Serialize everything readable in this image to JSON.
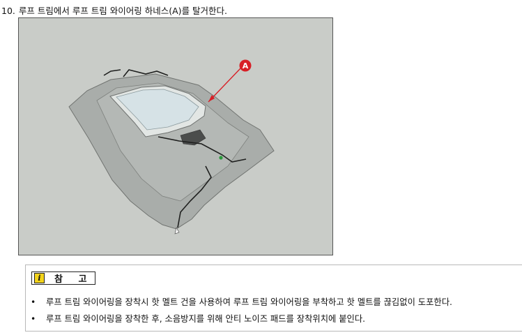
{
  "step": {
    "number": "10.",
    "text": "루프 트림에서 루프 트림 와이어링 하네스(A)를 탈거한다."
  },
  "figure": {
    "callout_label": "A",
    "colors": {
      "background": "#c9ccc8",
      "trim": "#a9adaa",
      "sunroof_glass": "#d6e2e6",
      "callout": "#d81f26"
    }
  },
  "note": {
    "icon": "info-icon",
    "title": "참 고",
    "items": [
      "루프 트림 와이어링을 장착시 핫 멜트 건을 사용하여 루프 트림 와이어링을 부착하고 핫 멜트를 끊김없이 도포한다.",
      "루프 트림 와이어링을 장착한 후, 소음방지를 위해 안티 노이즈 패드를 장착위치에 붙인다."
    ]
  }
}
